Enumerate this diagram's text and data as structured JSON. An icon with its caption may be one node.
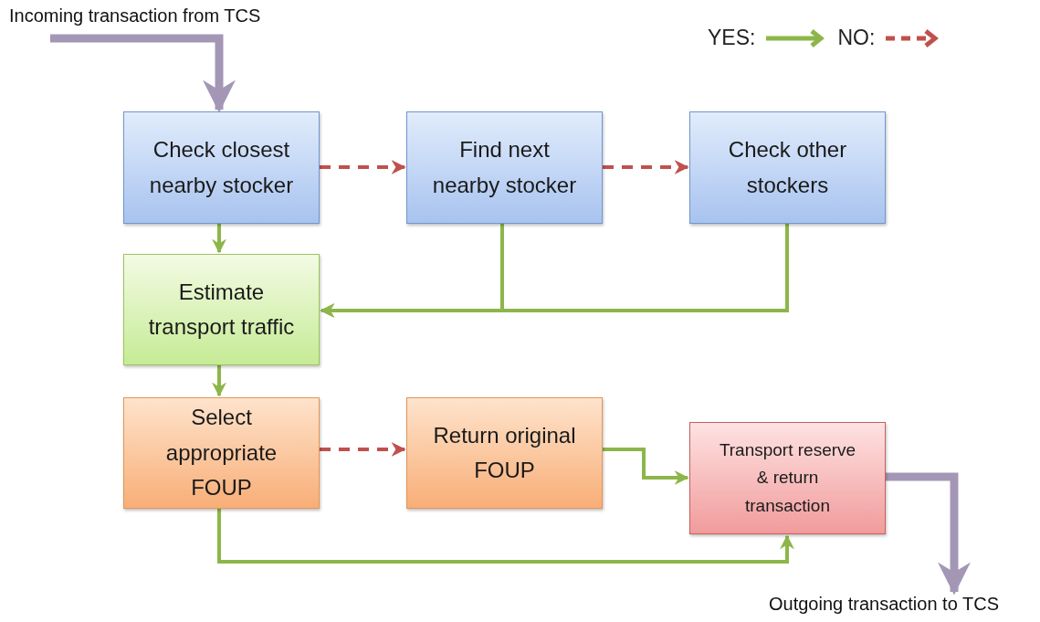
{
  "diagram": {
    "nodes": [
      {
        "text": [
          "Incoming transaction from TCS"
        ]
      },
      {
        "text": [
          "Check closest nearby stocker"
        ]
      },
      {
        "text": [
          "Find next nearby stocker"
        ]
      },
      {
        "text": [
          "Check other stockers"
        ]
      },
      {
        "text": [
          "Estimate transport traffic"
        ]
      },
      {
        "text": [
          "Select appropriate FOUP"
        ]
      },
      {
        "text": [
          "Return original FOUP"
        ]
      },
      {
        "text": [
          "Transport reserve & return transaction"
        ]
      },
      {
        "text": [
          "Outgoing transaction to TCS"
        ]
      }
    ],
    "edges": [
      {
        "from": 0,
        "to": 1,
        "arrow": "to",
        "style": "thick",
        "color": "#a497b6"
      },
      {
        "from": 1,
        "to": 2,
        "arrow": "to",
        "style": "dashed",
        "color": "#c0504d"
      },
      {
        "from": 2,
        "to": 3,
        "arrow": "to",
        "style": "dashed",
        "color": "#c0504d"
      },
      {
        "from": 1,
        "to": 4,
        "arrow": "to"
      },
      {
        "from": 2,
        "to": 4,
        "arrow": "to"
      },
      {
        "from": 3,
        "to": 4,
        "arrow": "to"
      },
      {
        "from": 4,
        "to": 5,
        "arrow": "to"
      },
      {
        "from": 5,
        "to": 6,
        "arrow": "to",
        "style": "dashed",
        "color": "#c0504d"
      },
      {
        "from": 6,
        "to": 7,
        "arrow": "to"
      },
      {
        "from": 5,
        "to": 7,
        "arrow": "to"
      },
      {
        "from": 7,
        "to": 8,
        "arrow": "to",
        "style": "thick",
        "color": "#a497b6"
      }
    ],
    "legend": [
      {
        "text": "YES:"
      },
      {
        "text": "NO:"
      }
    ]
  }
}
